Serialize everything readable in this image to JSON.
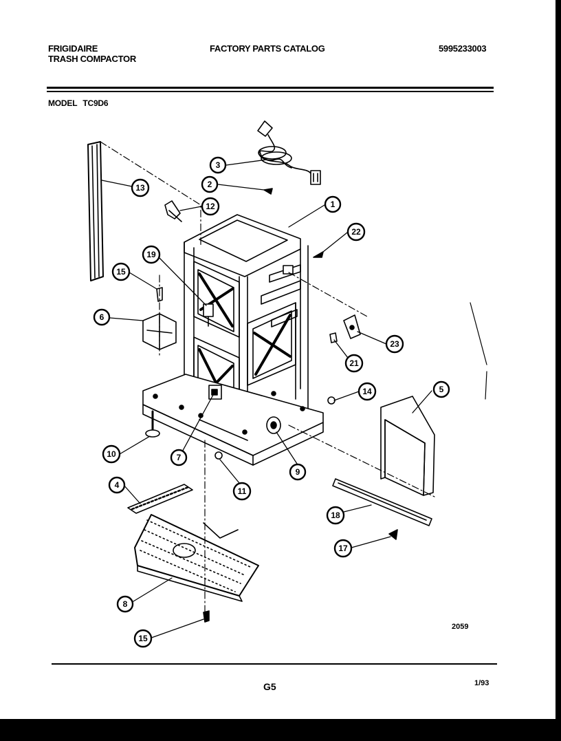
{
  "header": {
    "brand": "FRIGIDAIRE",
    "product": "TRASH COMPACTOR",
    "catalog_title": "FACTORY PARTS CATALOG",
    "catalog_number": "5995233003"
  },
  "model": {
    "label": "MODEL",
    "value": "TC9D6"
  },
  "callouts": [
    "1",
    "2",
    "3",
    "4",
    "5",
    "6",
    "7",
    "8",
    "9",
    "10",
    "11",
    "12",
    "13",
    "14",
    "15",
    "15",
    "17",
    "18",
    "19",
    "21",
    "22",
    "23"
  ],
  "figure_code": "2059",
  "footer": {
    "page": "G5",
    "date": "1/93"
  }
}
